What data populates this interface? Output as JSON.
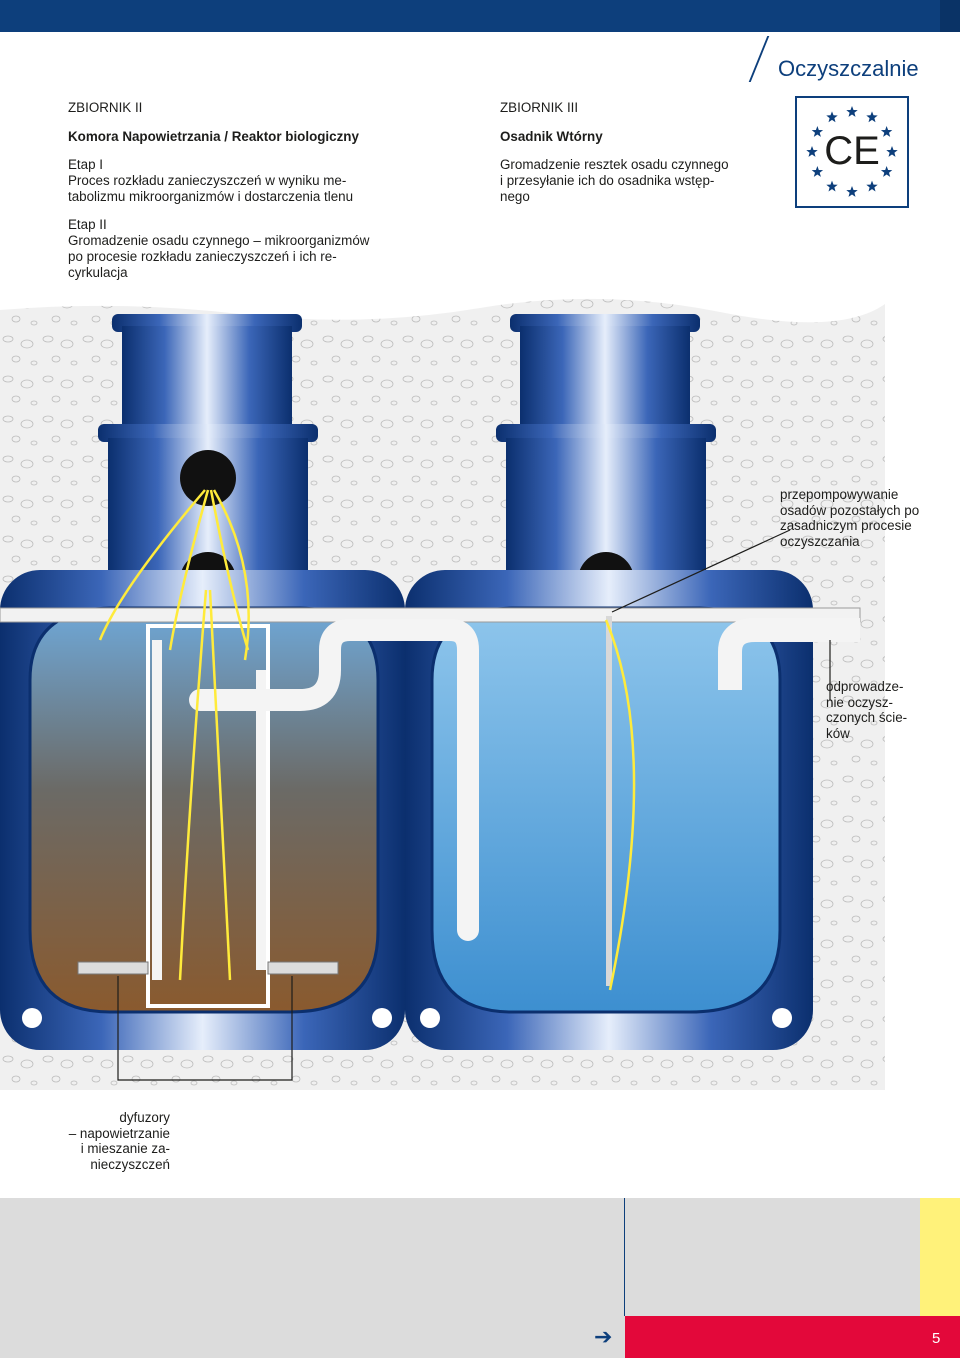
{
  "header": {
    "section_title": "Oczyszczalnie",
    "brand_color": "#0d3f7c"
  },
  "tank2": {
    "heading": "ZBIORNIK II",
    "subheading": "Komora Napowietrzania / Reaktor biologiczny",
    "stage1_title": "Etap I",
    "stage1_line1": "Proces rozkładu zanieczyszczeń w wyniku me-",
    "stage1_line2": "tabolizmu mikroorganizmów i dostarczenia tlenu",
    "stage2_title": "Etap II",
    "stage2_line1": "Gromadzenie osadu czynnego – mikroorganizmów",
    "stage2_line2": "po procesie rozkładu zanieczyszczeń i ich re-",
    "stage2_line3": "cyrkulacja"
  },
  "tank3": {
    "heading": "ZBIORNIK III",
    "subheading": "Osadnik Wtórny",
    "line1": "Gromadzenie resztek osadu czynnego",
    "line2": "i przesyłanie ich do osadnika wstęp-",
    "line3": "nego"
  },
  "ce_mark": {
    "label": "CE",
    "icon": "ce-eu-stars-icon"
  },
  "callouts": {
    "pumping": [
      "przepompowywanie",
      "osadów pozostałych po",
      "zasadniczym procesie",
      "oczyszczania"
    ],
    "outflow": [
      "odprowadze-",
      "nie oczysz-",
      "czonych ście-",
      "ków"
    ],
    "diffusers": [
      "dyfuzory",
      "– napowietrzanie",
      "i mieszanie za-",
      "nieczyszczeń"
    ]
  },
  "footer": {
    "page_number": "5",
    "arrow_icon": "arrow-right-icon",
    "arrow_glyph": "➔"
  }
}
